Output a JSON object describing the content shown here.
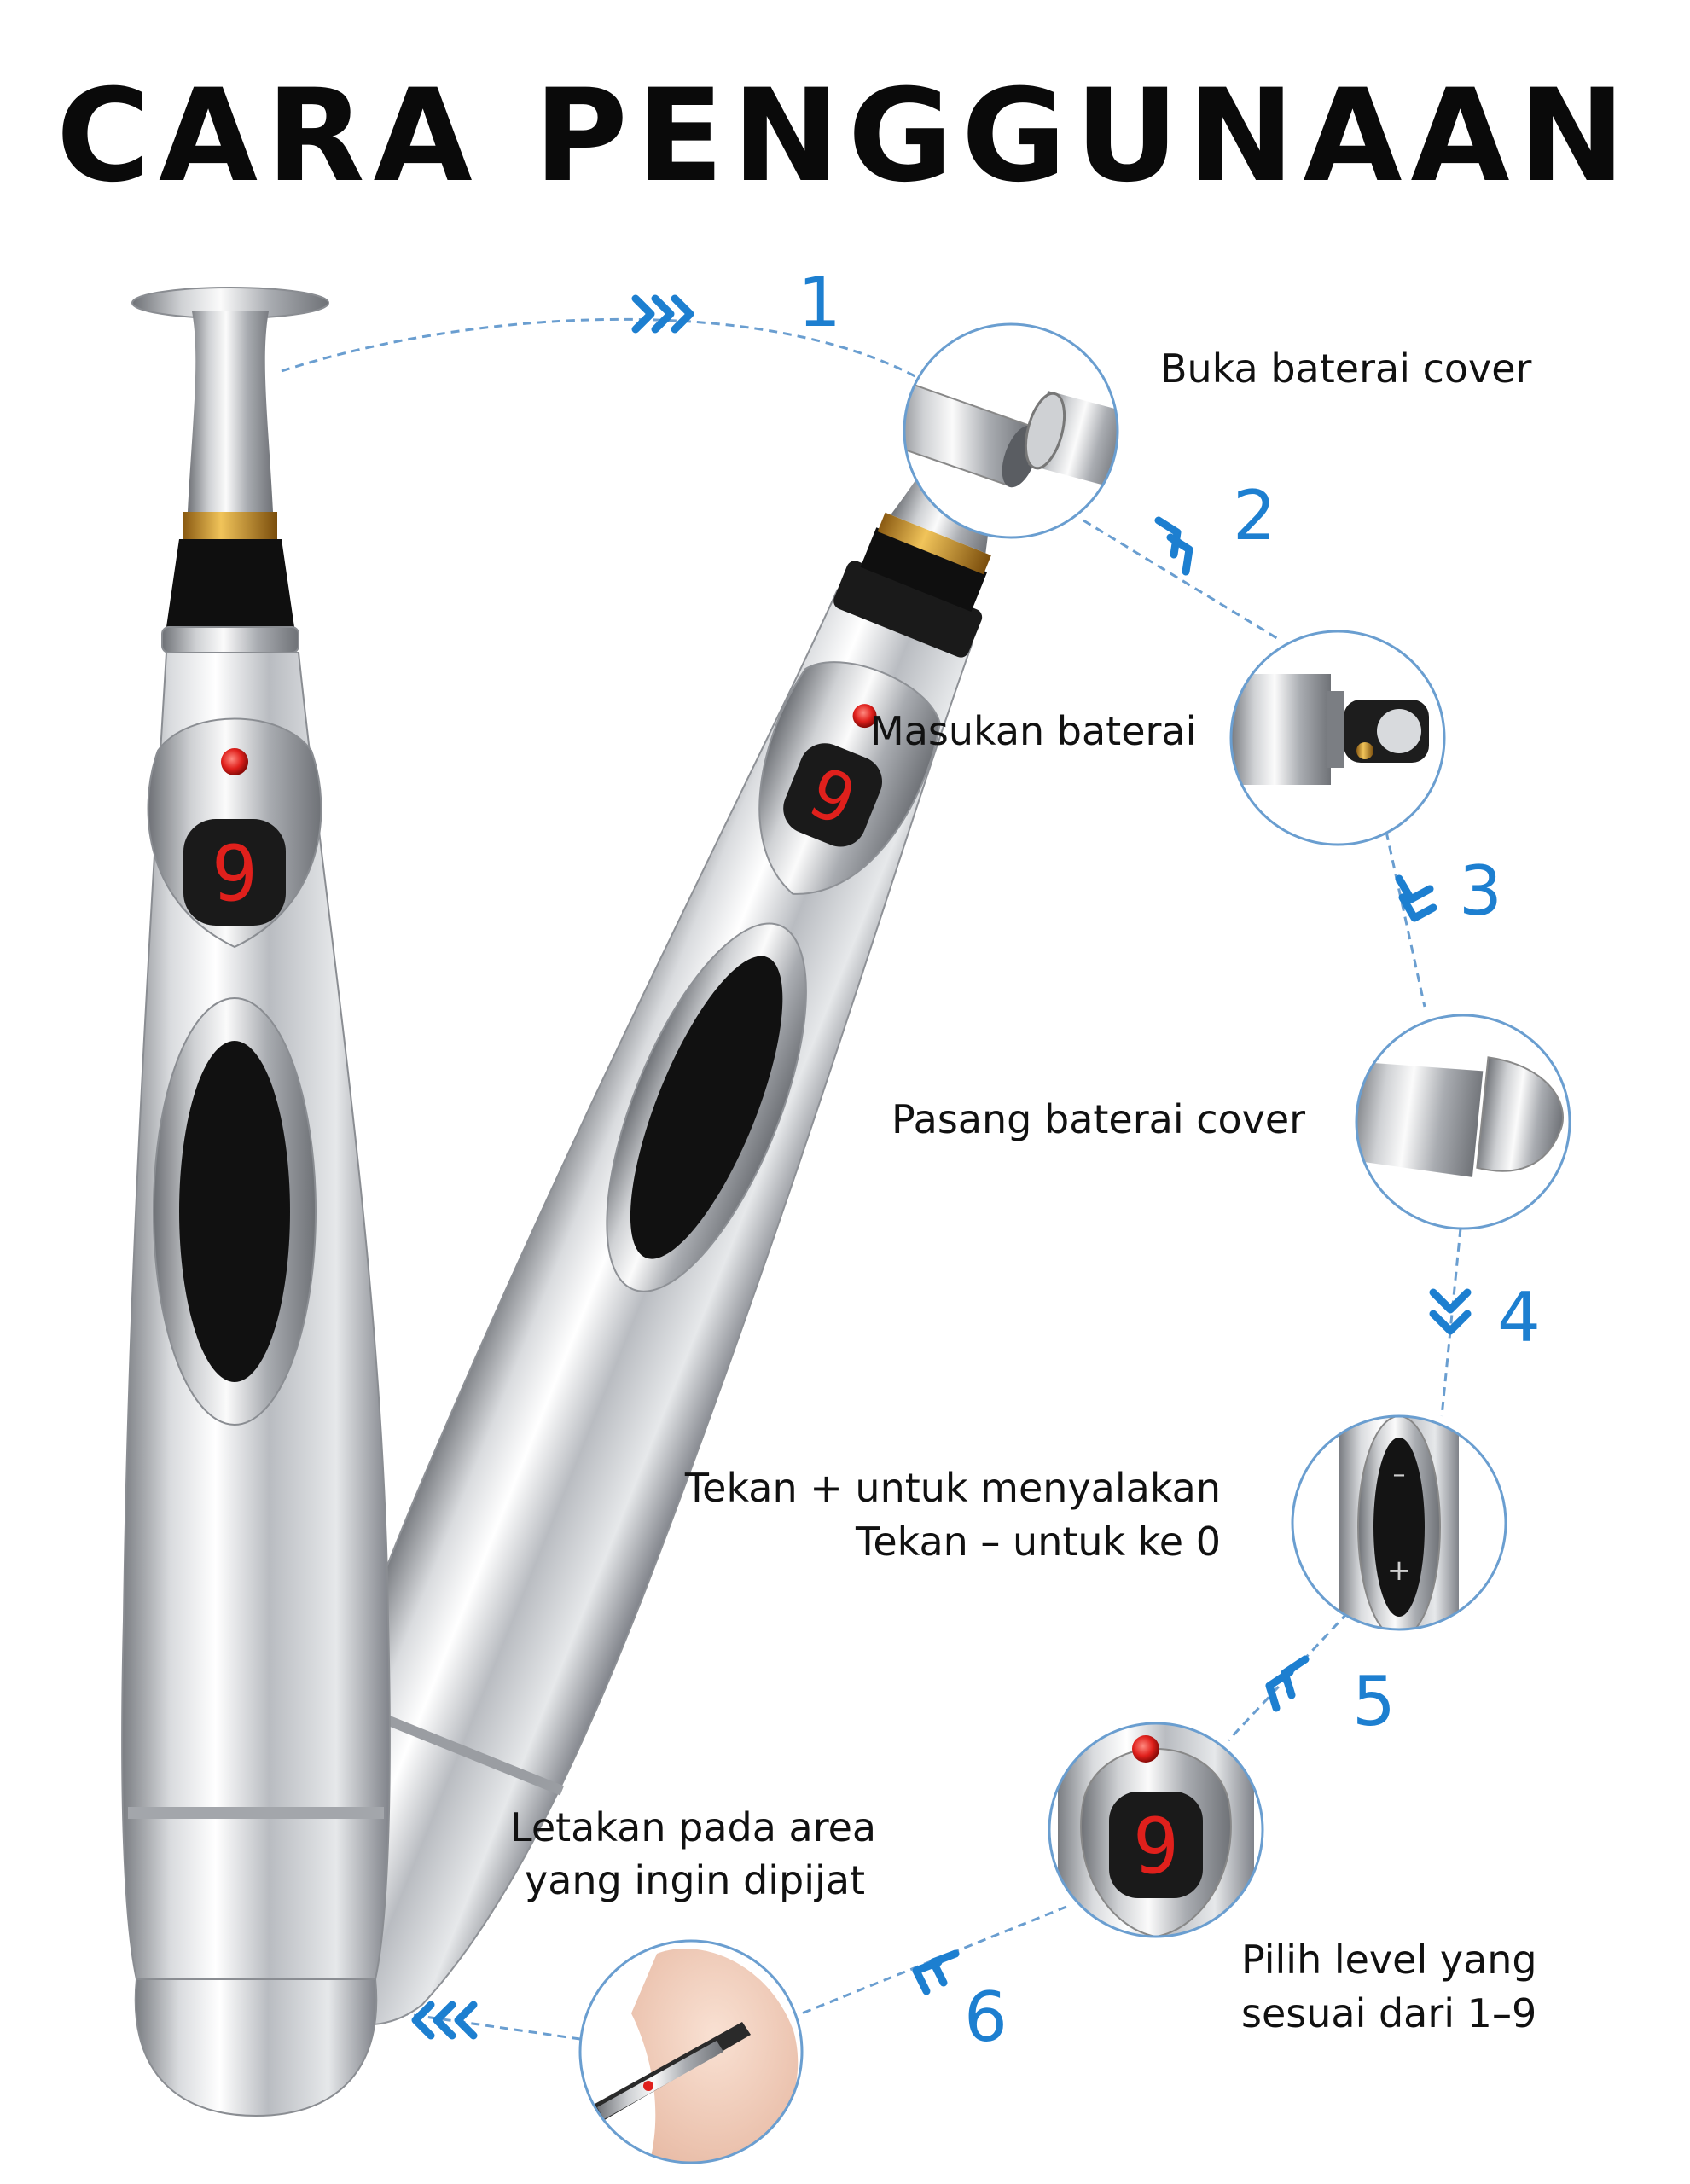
{
  "title": "CARA PENGGUNAAN",
  "colors": {
    "accent": "#1d7fd0",
    "text": "#111111",
    "display": "#e0201c"
  },
  "pen_display_value": "9",
  "steps": [
    {
      "number": "1",
      "line1": "Buka baterai cover"
    },
    {
      "number": "2",
      "line1": "Masukan baterai"
    },
    {
      "number": "3",
      "line1": "Pasang baterai cover"
    },
    {
      "number": "4",
      "line1": "Tekan + untuk menyalakan",
      "line2": "Tekan – untuk ke 0"
    },
    {
      "number": "5",
      "line1": "Pilih level yang",
      "line2": "sesuai dari 1–9"
    },
    {
      "number": "6",
      "line1": "Letakan pada area",
      "line2": "yang ingin dipijat"
    }
  ],
  "button_symbols": {
    "minus": "–",
    "plus": "+"
  }
}
